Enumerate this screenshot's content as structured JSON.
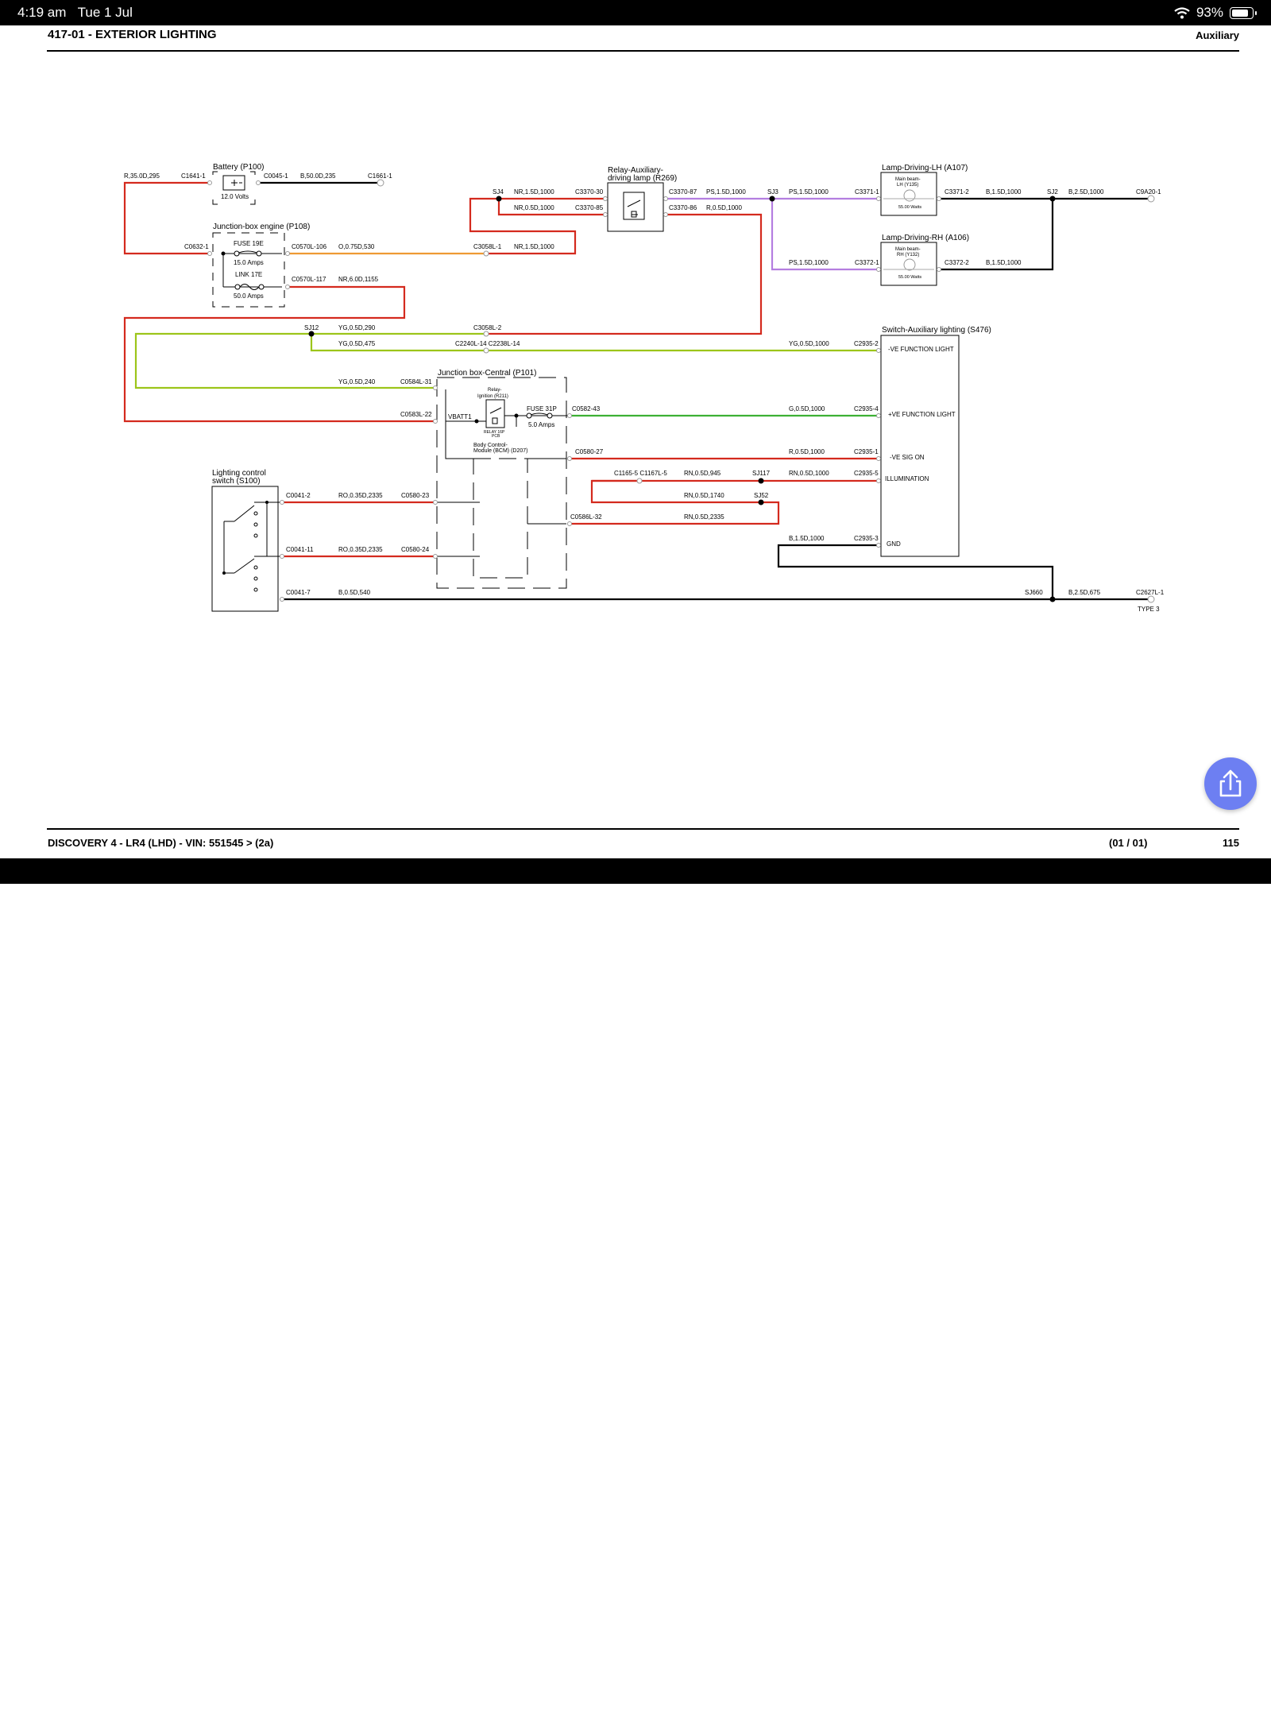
{
  "status_bar": {
    "time": "4:19 am",
    "date": "Tue 1 Jul",
    "battery": "93%",
    "battery_level": 0.93
  },
  "header": {
    "title": "417-01 - EXTERIOR LIGHTING",
    "section": "Auxiliary"
  },
  "footer": {
    "vehicle": "DISCOVERY 4 - LR4  (LHD) - VIN: 551545 >  (2a)",
    "page_of": "(01 / 01)",
    "page_number": "115"
  },
  "colors": {
    "red": "#d42a1e",
    "black": "#000000",
    "orange": "#ee9a33",
    "purple": "#b47ee0",
    "yellowgreen": "#9cc51a",
    "green": "#3db034",
    "share_button": "#6d7ff2"
  },
  "components": {
    "battery": "Battery (P100)",
    "battery_voltage": "12.0 Volts",
    "junction_engine": "Junction-box engine (P108)",
    "fuse19": "FUSE 19E",
    "fuse19_rating": "15.0 Amps",
    "link17": "LINK 17E",
    "link17_rating": "50.0 Amps",
    "relay_aux_1": "Relay-Auxiliary-",
    "relay_aux_2": "driving lamp (R269)",
    "lamp_lh": "Lamp-Driving-LH (A107)",
    "lamp_lh_inner_1": "Main beam-",
    "lamp_lh_inner_2": "LH (Y135)",
    "lamp_rh": "Lamp-Driving-RH (A106)",
    "lamp_rh_inner_1": "Main beam-",
    "lamp_rh_inner_2": "RH (Y132)",
    "lamp_watts": "55.00 Watts",
    "switch_aux": "Switch-Auxiliary lighting (S476)",
    "pin_neg_function": "-VE FUNCTION LIGHT",
    "pin_pos_function": "+VE FUNCTION LIGHT",
    "pin_sig_on": "-VE SIG ON",
    "pin_illumination": "ILLUMINATION",
    "pin_gnd": "GND",
    "junction_central": "Junction box-Central (P101)",
    "relay_ign_1": "Relay-",
    "relay_ign_2": "Ignition (R211)",
    "relay_pcb_1": "RELAY 16P",
    "relay_pcb_2": "PCB",
    "vbatt": "VBATT1",
    "fuse31": "FUSE 31P",
    "fuse31_rating": "5.0 Amps",
    "bcm_1": "Body Control-",
    "bcm_2": "Module (BCM) (D207)",
    "light_switch_1": "Lighting control",
    "light_switch_2": "switch (S100)",
    "type3": "TYPE 3"
  },
  "connectors": {
    "c1641": "C1641-1",
    "c0045": "C0045-1",
    "c1661": "C1661-1",
    "c0632": "C0632-1",
    "c0570_106": "C0570L-106",
    "c0570_117": "C0570L-117",
    "c3058_1": "C3058L-1",
    "c3058_2": "C3058L-2",
    "sj4": "SJ4",
    "c3370_30": "C3370-30",
    "c3370_85": "C3370-85",
    "c3370_87": "C3370-87",
    "c3370_86": "C3370-86",
    "sj3": "SJ3",
    "c3371_1": "C3371-1",
    "c3371_2": "C3371-2",
    "sj2": "SJ2",
    "c9a20": "C9A20-1",
    "c3372_1": "C3372-1",
    "c3372_2": "C3372-2",
    "sj12": "SJ12",
    "c2240_2238": "C2240L-14 C2238L-14",
    "c2935_2": "C2935-2",
    "c0584": "C0584L-31",
    "c0583": "C0583L-22",
    "c0582": "C0582-43",
    "c2935_4": "C2935-4",
    "c0580_27": "C0580-27",
    "c2935_1": "C2935-1",
    "c1165_1167": "C1165-5 C1167L-5",
    "sj117": "SJ117",
    "c2935_5": "C2935-5",
    "sj52": "SJ52",
    "c0586": "C0586L-32",
    "c2935_3": "C2935-3",
    "c0041_2": "C0041-2",
    "c0580_23": "C0580-23",
    "c0041_11": "C0041-11",
    "c0580_24": "C0580-24",
    "c0041_7": "C0041-7",
    "sj660": "SJ660",
    "c2627": "C2627L-1"
  },
  "wires": {
    "w_r35": "R,35.0D,295",
    "w_b50": "B,50.0D,235",
    "w_o075": "O,0.75D,530",
    "w_nr6": "NR,6.0D,1155",
    "w_nr15_a": "NR,1.5D,1000",
    "w_nr05": "NR,0.5D,1000",
    "w_nr15_b": "NR,1.5D,1000",
    "w_ps15_a": "PS,1.5D,1000",
    "w_ps15_b": "PS,1.5D,1000",
    "w_ps15_c": "PS,1.5D,1000",
    "w_r05_a": "R,0.5D,1000",
    "w_b15_a": "B,1.5D,1000",
    "w_b25_a": "B,2.5D,1000",
    "w_b15_b": "B,1.5D,1000",
    "w_yg290": "YG,0.5D,290",
    "w_yg475": "YG,0.5D,475",
    "w_yg1000": "YG,0.5D,1000",
    "w_yg240": "YG,0.5D,240",
    "w_g05": "G,0.5D,1000",
    "w_r05_b": "R,0.5D,1000",
    "w_rn945": "RN,0.5D,945",
    "w_rn1000": "RN,0.5D,1000",
    "w_rn1740": "RN,0.5D,1740",
    "w_rn2335": "RN,0.5D,2335",
    "w_b15_c": "B,1.5D,1000",
    "w_ro_a": "RO,0.35D,2335",
    "w_ro_b": "RO,0.35D,2335",
    "w_b540": "B,0.5D,540",
    "w_b675": "B,2.5D,675"
  }
}
